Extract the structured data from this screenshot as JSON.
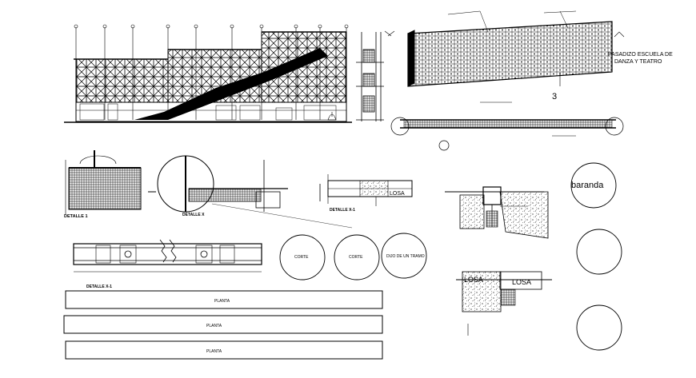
{
  "labels": {
    "baranda": "baranda",
    "pasadizo": "PASADIZO ESCUELA DE",
    "danza": "DANZA Y TEATRO",
    "num3": "3",
    "detalle1": "DETALLE 1",
    "detallex1": "DETALLE X-1",
    "detallex1b": "DETALLE X-1",
    "detallex": "DETALLE X",
    "losa1": "LOSA",
    "losa2": "LOSA",
    "losa3": "LOSA",
    "corte1": "CORTE",
    "corte2": "CORTE",
    "dijo": "DIJO DE UN TRAMO",
    "planta": "PLANTA",
    "planta2": "PLANTA",
    "planta3": "PLANTA"
  },
  "colors": {
    "ink": "#000000",
    "paper": "#ffffff"
  }
}
